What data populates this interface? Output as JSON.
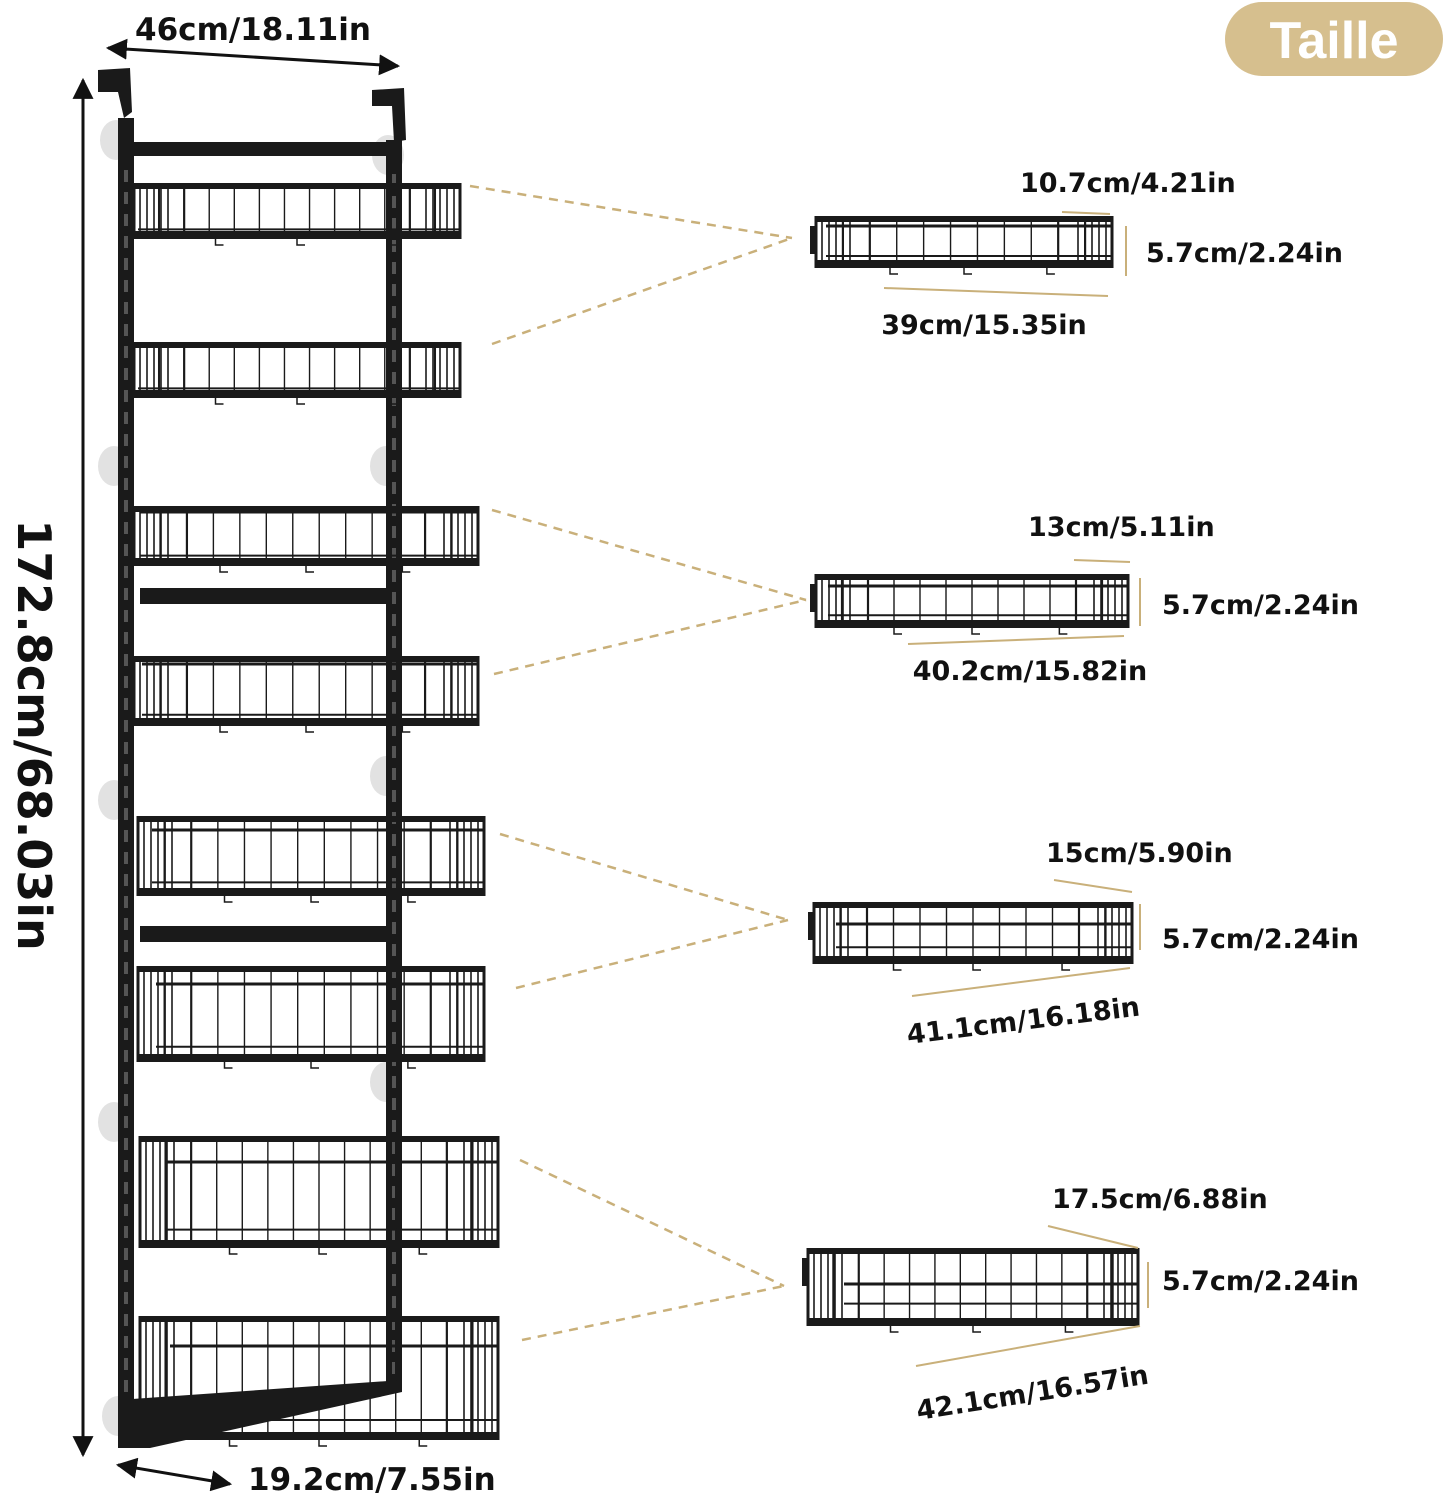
{
  "badge": {
    "label": "Taille",
    "color": "#d6bf8e"
  },
  "colors": {
    "rack": "#1a1a1a",
    "guide": "#c9b07a",
    "suction": "#e2e2e2"
  },
  "overall": {
    "width_label": "46cm/18.11in",
    "height_label": "172.8cm/68.03in",
    "depth_label": "19.2cm/7.55in"
  },
  "baskets": [
    {
      "depth_label": "10.7cm/4.21in",
      "height_label": "5.7cm/2.24in",
      "length_label": "39cm/15.35in"
    },
    {
      "depth_label": "13cm/5.11in",
      "height_label": "5.7cm/2.24in",
      "length_label": "40.2cm/15.82in"
    },
    {
      "depth_label": "15cm/5.90in",
      "height_label": "5.7cm/2.24in",
      "length_label": "41.1cm/16.18in"
    },
    {
      "depth_label": "17.5cm/6.88in",
      "height_label": "5.7cm/2.24in",
      "length_label": "42.1cm/16.57in"
    }
  ]
}
